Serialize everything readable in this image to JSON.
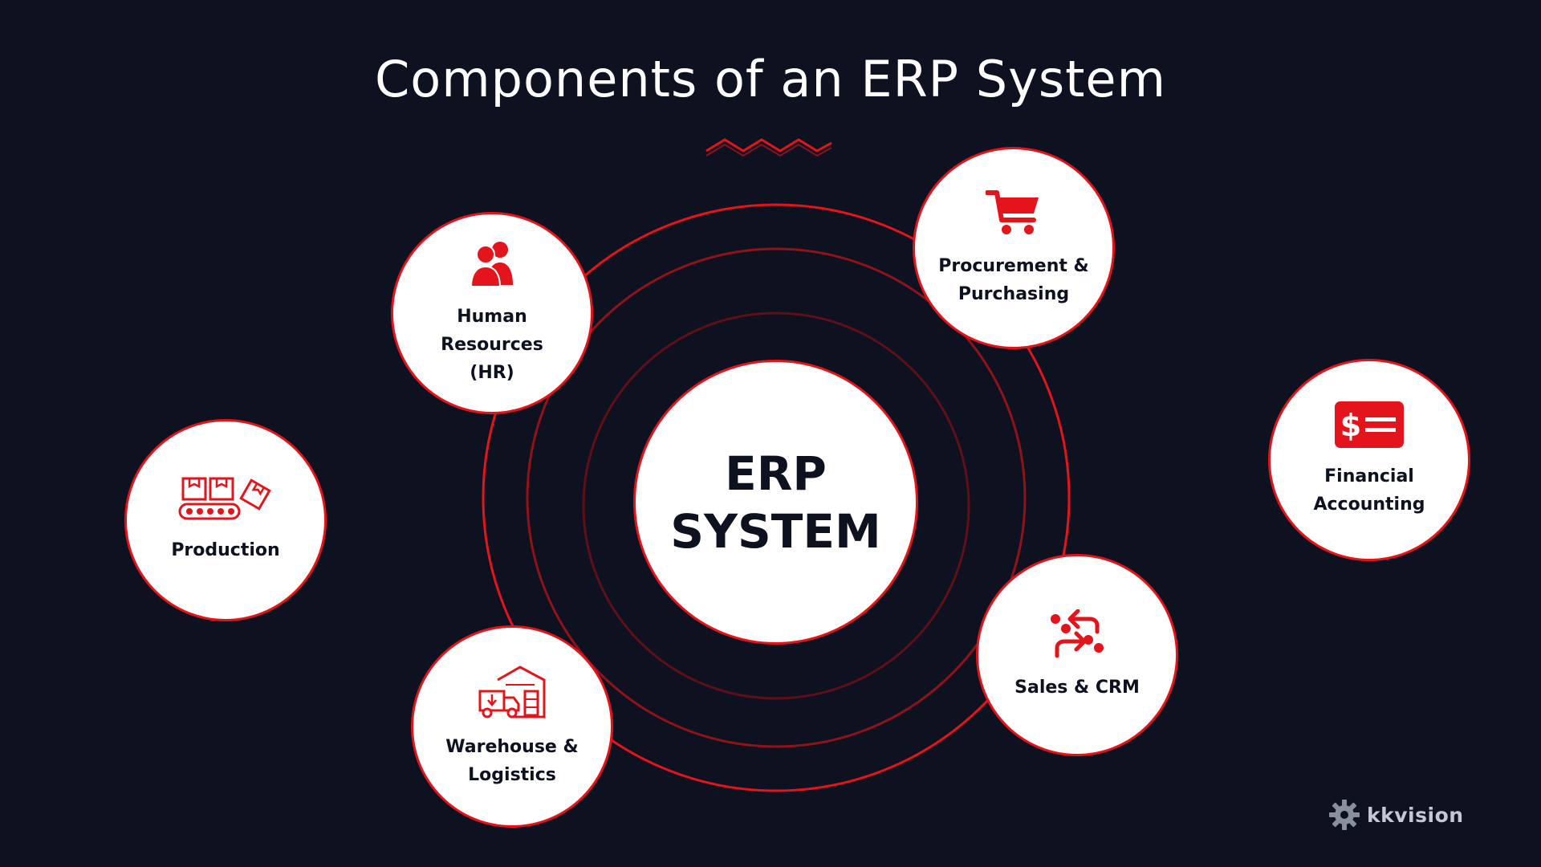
{
  "title": "Components of an ERP System",
  "center": {
    "line1": "ERP",
    "line2": "SYSTEM"
  },
  "components": [
    {
      "key": "hr",
      "label_line1": "Human Resources",
      "label_line2": "(HR)",
      "icon": "people-icon"
    },
    {
      "key": "procurement",
      "label_line1": "Procurement &",
      "label_line2": "Purchasing",
      "icon": "shopping-cart-icon"
    },
    {
      "key": "production",
      "label_line1": "Production",
      "label_line2": "",
      "icon": "conveyor-belt-icon"
    },
    {
      "key": "financial",
      "label_line1": "Financial",
      "label_line2": "Accounting",
      "icon": "money-bill-icon"
    },
    {
      "key": "sales",
      "label_line1": "Sales & CRM",
      "label_line2": "",
      "icon": "exchange-arrows-icon"
    },
    {
      "key": "warehouse",
      "label_line1": "Warehouse &",
      "label_line2": "Logistics",
      "icon": "warehouse-truck-icon"
    }
  ],
  "brand": {
    "name": "kkvision",
    "icon": "gear-logo-icon"
  },
  "colors": {
    "background": "#0d1120",
    "accent": "#e3141b",
    "node_fill": "#ffffff",
    "text_dark": "#0d1120"
  }
}
